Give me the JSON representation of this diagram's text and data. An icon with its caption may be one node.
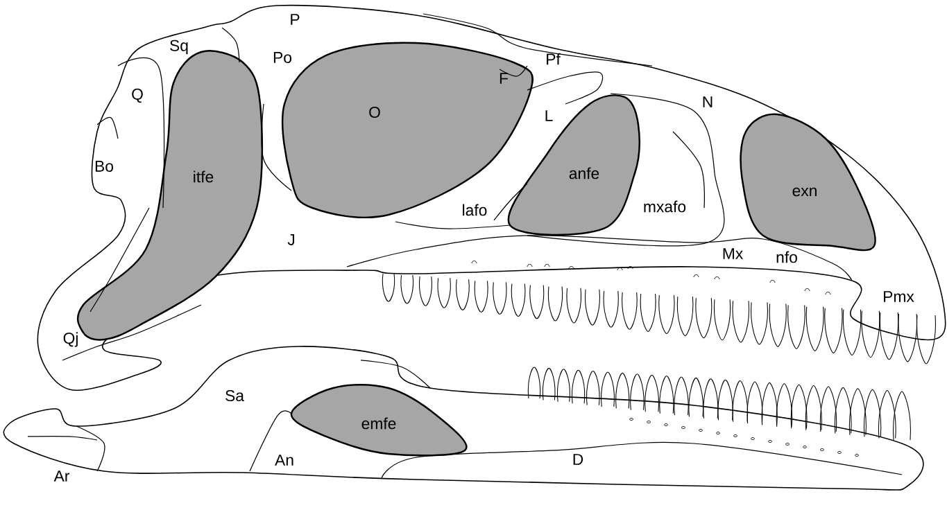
{
  "diagram": {
    "labels": [
      "P",
      "F",
      "Sq",
      "Po",
      "Pf",
      "Q",
      "O",
      "N",
      "L",
      "Bo",
      "itfe",
      "anfe",
      "exn",
      "lafo",
      "mxafo",
      "J",
      "Mx",
      "nfo",
      "Pmx",
      "Qj",
      "Sa",
      "emfe",
      "Ar",
      "An",
      "D"
    ]
  }
}
